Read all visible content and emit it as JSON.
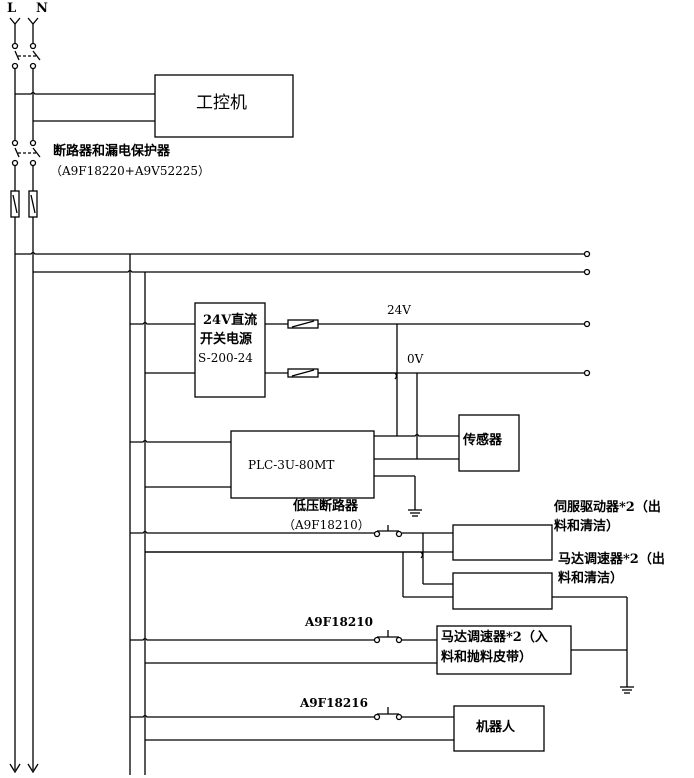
{
  "terminals": {
    "line": "L",
    "neutral": "N"
  },
  "ipc": {
    "label": "工控机"
  },
  "main_breaker": {
    "title": "断路器和漏电保护器",
    "model": "（A9F18220+A9V52225）"
  },
  "psu": {
    "line1": "24V直流",
    "line2": "开关电源",
    "line3": "S-200-24"
  },
  "dc_rails": {
    "positive": "24V",
    "zero": "0V"
  },
  "plc": {
    "label": "PLC-3U-80MT"
  },
  "sensor": {
    "label": "传感器"
  },
  "lv_breaker": {
    "title": "低压断路器",
    "model": "（A9F18210）"
  },
  "servo": {
    "line1": "伺服驱动器*2（出",
    "line2": "料和清洁）"
  },
  "motor_ctrl_1": {
    "line1": "马达调速器*2（出",
    "line2": "料和清洁）"
  },
  "motor_ctrl_2": {
    "breaker": "A9F18210",
    "line1": "马达调速器*2（入",
    "line2": "料和抛料皮带）"
  },
  "robot": {
    "breaker": "A9F18216",
    "label": "机器人"
  },
  "colors": {
    "line": "#000000",
    "background": "#ffffff"
  }
}
